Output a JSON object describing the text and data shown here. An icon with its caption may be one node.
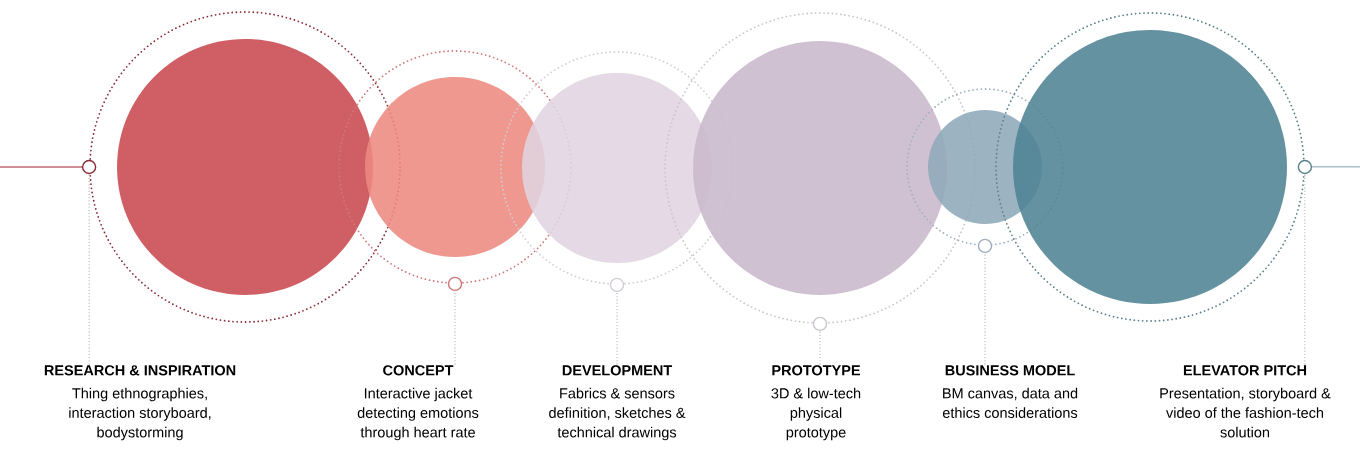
{
  "diagram": {
    "nodes": [
      {
        "text": [],
        "shape": "circle"
      },
      {
        "text": [],
        "shape": "circle"
      },
      {
        "text": [],
        "shape": "circle"
      },
      {
        "text": [],
        "shape": "circle"
      },
      {
        "text": [],
        "shape": "circle"
      },
      {
        "text": [],
        "shape": "circle"
      },
      {
        "text": [
          "RESEARCH & INSPIRATION",
          "Thing ethnographies, interaction storyboard, bodystorming"
        ]
      },
      {
        "text": [
          "CONCEPT",
          "Interactive jacket detecting emotions through heart rate"
        ]
      },
      {
        "text": [
          "DEVELOPMENT",
          "Fabrics & sensors definition, sketches & technical drawings"
        ]
      },
      {
        "text": [
          "PROTOTYPE",
          "3D & low-tech physical prototype"
        ]
      },
      {
        "text": [
          "BUSINESS MODEL",
          "BM canvas, data and ethics considerations"
        ]
      },
      {
        "text": [
          "ELEVATOR PITCH",
          "Presentation, storyboard & video of the fashion-tech solution"
        ]
      }
    ],
    "edges": [
      {
        "from": null,
        "to": 0,
        "arrow": "none",
        "color": "#a01c2c"
      },
      {
        "from": 5,
        "to": null,
        "arrow": "none",
        "color": "#4f7f90"
      },
      {
        "from": 6,
        "to": 0,
        "arrow": "none",
        "style": "dashed"
      },
      {
        "from": 7,
        "to": 1,
        "arrow": "none",
        "style": "dashed"
      },
      {
        "from": 8,
        "to": 2,
        "arrow": "none",
        "style": "dashed"
      },
      {
        "from": 9,
        "to": 3,
        "arrow": "none",
        "style": "dashed"
      },
      {
        "from": 10,
        "to": 4,
        "arrow": "none",
        "style": "dashed"
      },
      {
        "from": 11,
        "to": 5,
        "arrow": "none",
        "style": "dashed"
      }
    ]
  }
}
